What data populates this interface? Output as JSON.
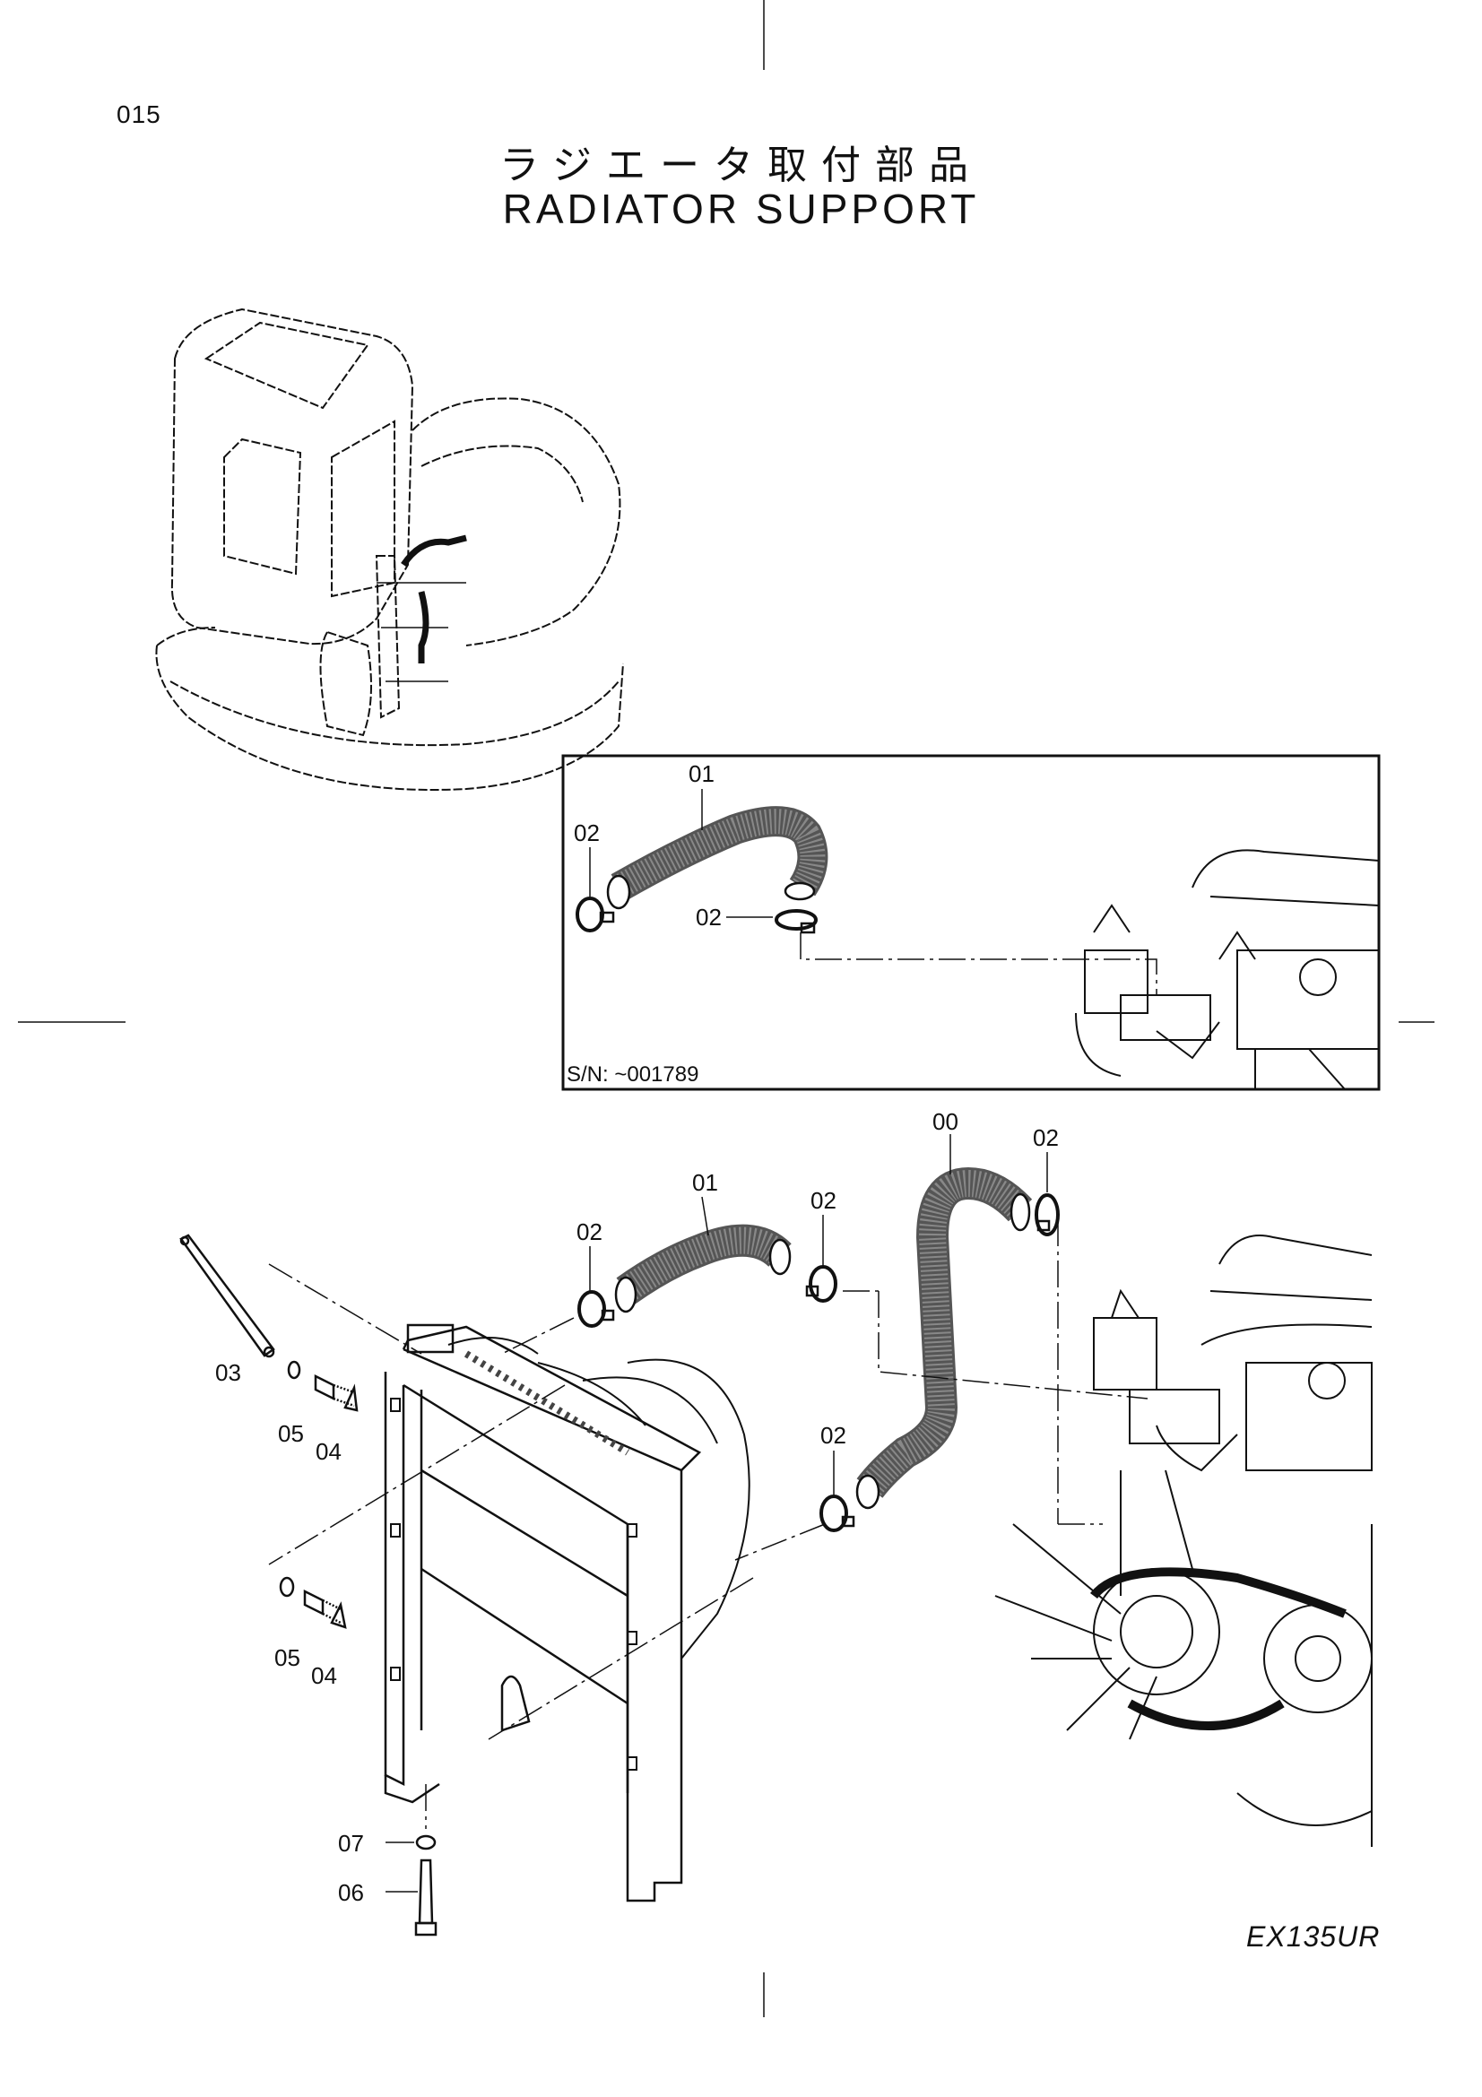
{
  "page_number": "015",
  "title_jp": "ラジエータ取付部品",
  "title_en": "RADIATOR SUPPORT",
  "model": "EX135UR",
  "inset": {
    "serial_note": "S/N: ~001789",
    "callouts": [
      "01",
      "02",
      "02"
    ]
  },
  "main_callouts": {
    "hose_upper": "01",
    "hose_lower": "00",
    "clamp_left": "02",
    "clamp_mid": "02",
    "clamp_top": "02",
    "clamp_bottom": "02",
    "stay": "03",
    "bolt_upper": "04",
    "washer_upper": "05",
    "bolt_lower": "04",
    "washer_lower": "05",
    "washer_bottom": "07",
    "bolt_bottom": "06"
  }
}
